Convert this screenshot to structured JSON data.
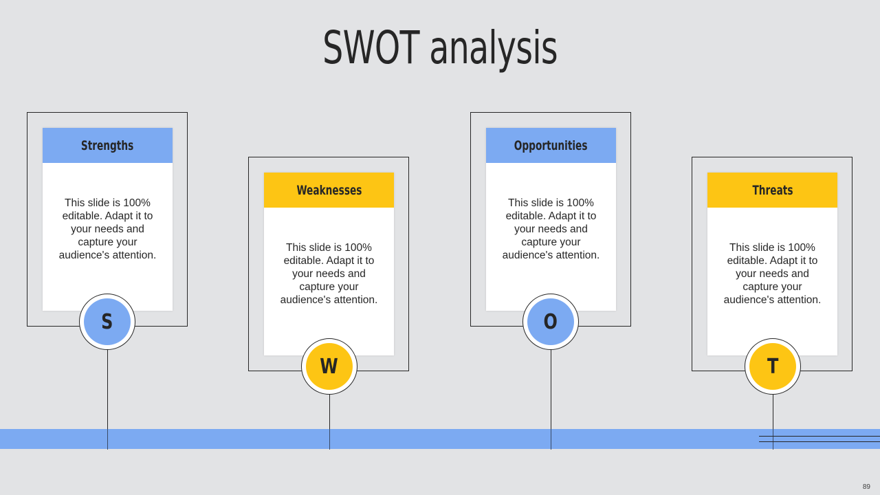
{
  "slide": {
    "title": "SWOT analysis",
    "page_number": "89"
  },
  "colors": {
    "background": "#e2e3e5",
    "blue": "#7caaf2",
    "yellow": "#fdc514",
    "text": "#262626"
  },
  "items": [
    {
      "letter": "S",
      "heading": "Strengths",
      "body": "This slide is 100% editable. Adapt it to your needs and capture your audience's attention.",
      "color": "#7caaf2"
    },
    {
      "letter": "W",
      "heading": "Weaknesses",
      "body": "This slide is 100% editable. Adapt it to your needs and capture your audience's attention.",
      "color": "#fdc514"
    },
    {
      "letter": "O",
      "heading": "Opportunities",
      "body": "This slide is 100% editable. Adapt it to your needs and capture your audience's attention.",
      "color": "#7caaf2"
    },
    {
      "letter": "T",
      "heading": "Threats",
      "body": "This slide is 100% editable. Adapt it to your needs and capture your audience's attention.",
      "color": "#fdc514"
    }
  ]
}
